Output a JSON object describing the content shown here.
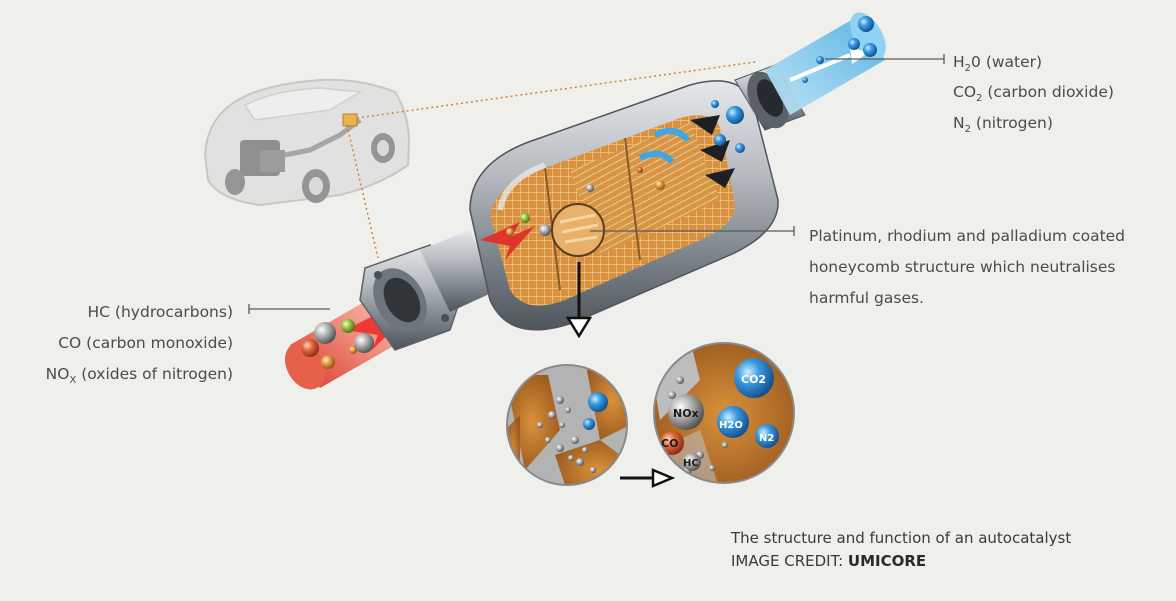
{
  "outputs": {
    "water": {
      "prefix": "H",
      "sub": "2",
      "suffix": "0 (water)"
    },
    "co2": {
      "prefix": "CO",
      "sub": "2",
      "suffix": " (carbon dioxide)"
    },
    "n2": {
      "prefix": "N",
      "sub": "2",
      "suffix": " (nitrogen)"
    }
  },
  "inputs": {
    "hc": "HC (hydrocarbons)",
    "co": "CO (carbon monoxide)",
    "nox": {
      "prefix": "NO",
      "sub": "X",
      "suffix": " (oxides of nitrogen)"
    }
  },
  "honeycomb": {
    "line1": "Platinum, rhodium and palladium coated",
    "line2": "honeycomb structure which neutralises",
    "line3": "harmful gases."
  },
  "molecules": {
    "nox": "NOx",
    "h2o": "H2O",
    "co2": "CO2",
    "n2": "N2",
    "co": "CO",
    "hc": "HC"
  },
  "caption": {
    "title": "The structure and function of an autocatalyst",
    "credit_prefix": "IMAGE CREDIT: ",
    "credit_name": "UMICORE"
  },
  "colors": {
    "background": "#efefeb",
    "inlet_gas": "#e0473a",
    "outlet_gas": "#58b8e6",
    "honeycomb": "#d8913f",
    "steel": "#9aa0a6"
  }
}
